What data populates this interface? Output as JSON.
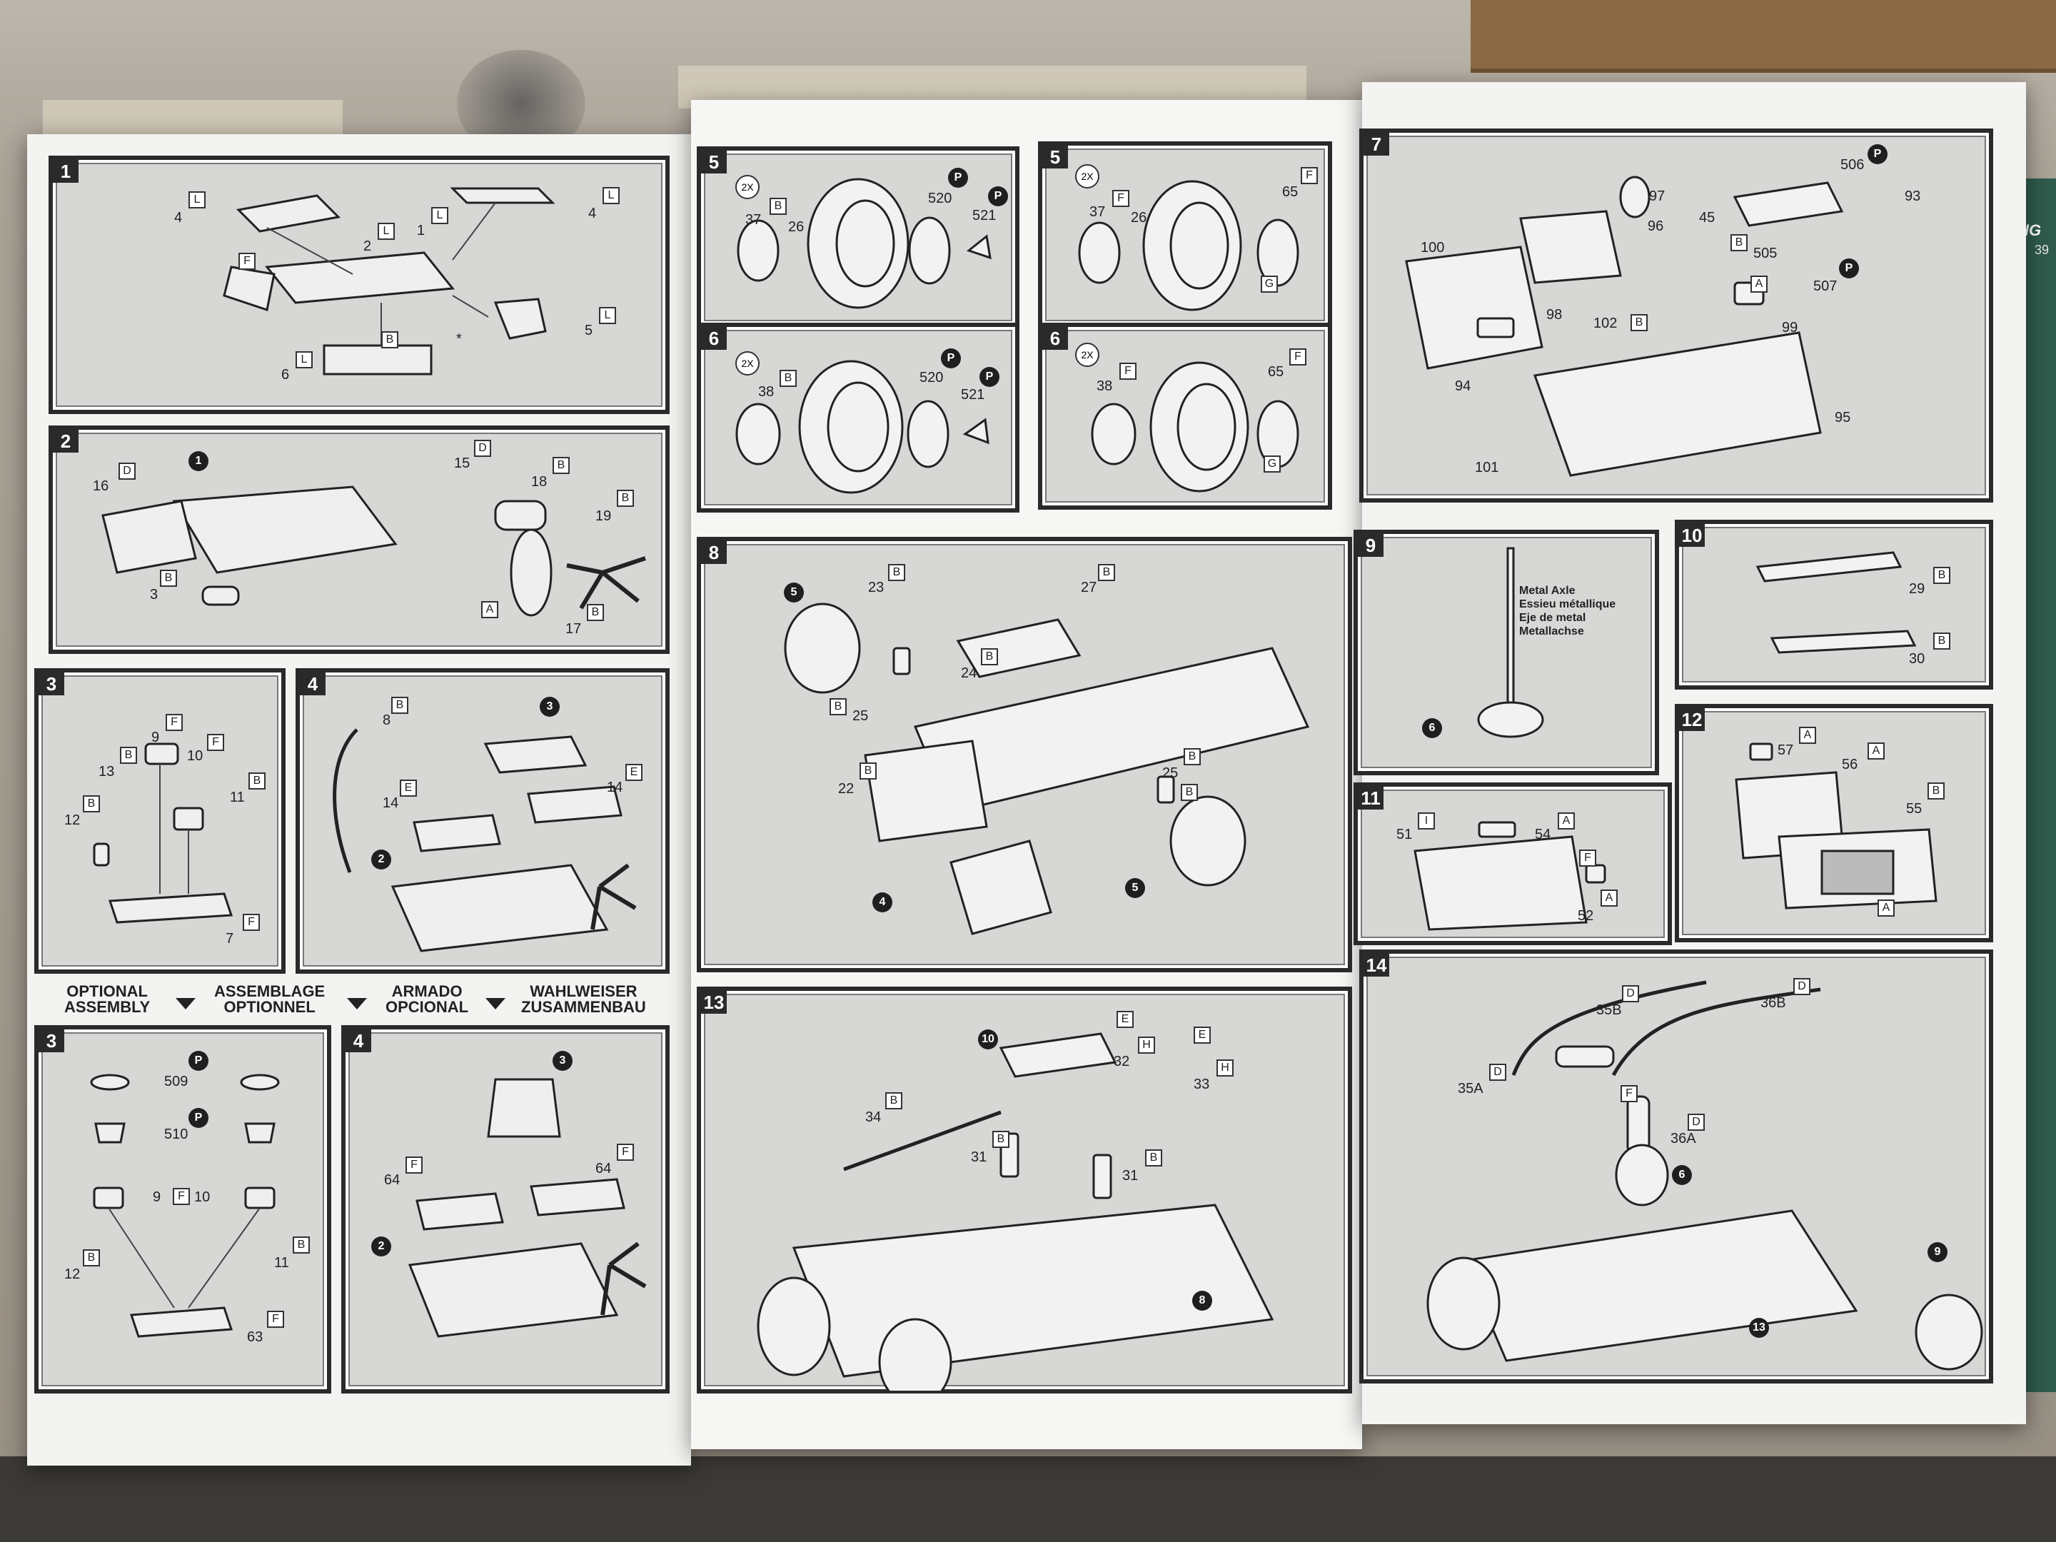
{
  "ruler_text": "ING",
  "ruler_number": "39",
  "panels": {
    "p1": {
      "num": "1",
      "labels": [
        "4",
        "L",
        "L",
        "4",
        "2",
        "L",
        "1",
        "L",
        "F",
        "5",
        "L",
        "B",
        "6",
        "L",
        "*"
      ]
    },
    "p2": {
      "num": "2",
      "labels": [
        "D",
        "15",
        "D",
        "16",
        "18",
        "B",
        "19",
        "B",
        "B",
        "3",
        "A",
        "17",
        "B"
      ]
    },
    "p3": {
      "num": "3",
      "labels": [
        "9",
        "F",
        "F",
        "10",
        "13",
        "B",
        "11",
        "B",
        "12",
        "B",
        "7",
        "F"
      ]
    },
    "p4": {
      "num": "4",
      "labels": [
        "B",
        "8",
        "E",
        "14",
        "14",
        "E"
      ]
    },
    "p3b": {
      "num": "3",
      "labels": [
        "509",
        "510",
        "9",
        "F",
        "10",
        "B",
        "11",
        "12",
        "B",
        "63",
        "F"
      ]
    },
    "p4b": {
      "num": "4",
      "labels": [
        "F",
        "64",
        "64",
        "F"
      ]
    },
    "p5a": {
      "num": "5",
      "labels": [
        "37",
        "B",
        "26",
        "520",
        "521"
      ]
    },
    "p6a": {
      "num": "6",
      "labels": [
        "38",
        "B",
        "520",
        "521"
      ]
    },
    "p5b": {
      "num": "5",
      "labels": [
        "37",
        "F",
        "26",
        "65",
        "F",
        "G"
      ]
    },
    "p6b": {
      "num": "6",
      "labels": [
        "38",
        "F",
        "65",
        "F",
        "G"
      ]
    },
    "p7": {
      "num": "7",
      "labels": [
        "506",
        "93",
        "97",
        "45",
        "96",
        "100",
        "B",
        "505",
        "A",
        "507",
        "98",
        "102",
        "B",
        "99",
        "94",
        "95",
        "101"
      ]
    },
    "p8": {
      "num": "8",
      "labels": [
        "23",
        "B",
        "27",
        "B",
        "B",
        "24",
        "B",
        "B",
        "25",
        "22",
        "B",
        "25",
        "B"
      ]
    },
    "p9": {
      "num": "9"
    },
    "p10": {
      "num": "10",
      "labels": [
        "29",
        "B",
        "30",
        "B"
      ]
    },
    "p11": {
      "num": "11",
      "labels": [
        "51",
        "I",
        "A",
        "54",
        "F",
        "52",
        "A"
      ]
    },
    "p12": {
      "num": "12",
      "labels": [
        "57",
        "A",
        "56",
        "A",
        "55",
        "B",
        "A"
      ]
    },
    "p13": {
      "num": "13",
      "labels": [
        "E",
        "32",
        "H",
        "E",
        "33",
        "H",
        "34",
        "B",
        "B",
        "31",
        "31",
        "B"
      ]
    },
    "p14": {
      "num": "14",
      "labels": [
        "D",
        "35B",
        "36B",
        "D",
        "35A",
        "D",
        "F",
        "36A",
        "D"
      ]
    }
  },
  "circled_refs": {
    "p2": "1",
    "p4_top": "3",
    "p4_left": "2",
    "p3b": "P",
    "p4b_top": "3",
    "p4b_left": "2",
    "p5a": "P",
    "p6a": "P",
    "p7": "P",
    "p8_a": "5",
    "p8_b": "4",
    "p8_c": "5",
    "p9": "6",
    "p13_a": "10",
    "p13_b": "8",
    "p14_a": "6",
    "p14_b": "9",
    "p14_c": "13"
  },
  "optional_assembly": {
    "en": [
      "OPTIONAL",
      "ASSEMBLY"
    ],
    "fr": [
      "ASSEMBLAGE",
      "OPTIONNEL"
    ],
    "es": [
      "ARMADO",
      "OPCIONAL"
    ],
    "de": [
      "WAHLWEISER",
      "ZUSAMMENBAU"
    ]
  },
  "metal_axle": [
    "Metal Axle",
    "Essieu métallique",
    "Eje de metal",
    "Metallachse"
  ],
  "x2_label": "2X"
}
